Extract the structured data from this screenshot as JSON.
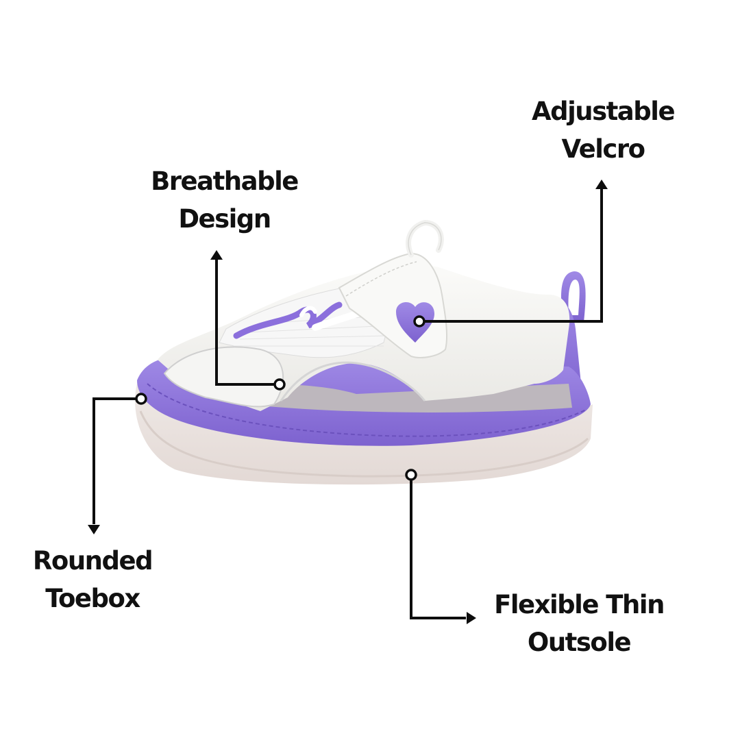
{
  "callouts": {
    "adjustable_velcro": {
      "line1": "Adjustable",
      "line2": "Velcro"
    },
    "breathable_design": {
      "line1": "Breathable",
      "line2": "Design"
    },
    "rounded_toebox": {
      "line1": "Rounded",
      "line2": "Toebox"
    },
    "flexible_outsole": {
      "line1": "Flexible Thin",
      "line2": "Outsole"
    }
  },
  "colors": {
    "background": "#ffffff",
    "text": "#111111",
    "accent_purple": "#8f77d9",
    "shoe_white": "#f2f1ee",
    "sole": "#ede4e0"
  },
  "icons": [
    "arrow-up-icon",
    "arrow-down-icon",
    "arrow-right-icon",
    "callout-dot-icon"
  ]
}
